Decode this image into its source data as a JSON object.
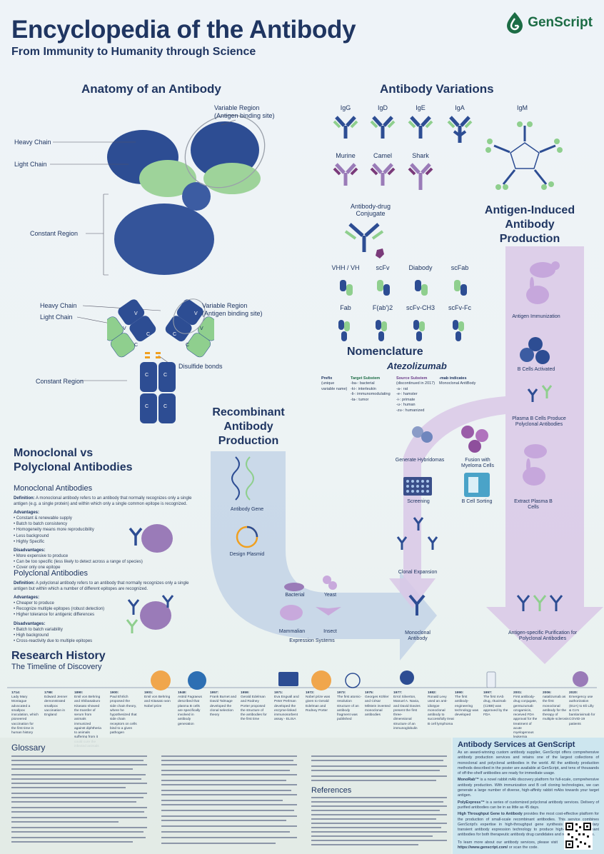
{
  "header": {
    "title": "Encyclopedia of the Antibody",
    "subtitle": "From Immunity to Humanity through Science",
    "logo": "GenScript"
  },
  "anatomy": {
    "title": "Anatomy of an Antibody",
    "heavy_chain": "Heavy Chain",
    "light_chain": "Light Chain",
    "variable_region": "Variable Region",
    "antigen_site": "(Antigen binding site)",
    "constant_region": "Constant Region",
    "disulfide": "Disulfide bonds",
    "domains": {
      "vh": "V",
      "vl": "V",
      "ch1": "C",
      "cl": "C",
      "ch2": "C",
      "ch3": "C"
    }
  },
  "variations": {
    "title": "Antibody Variations",
    "row1": [
      "IgG",
      "IgD",
      "IgE",
      "IgA",
      "IgM"
    ],
    "row2": [
      "Murine",
      "Camel",
      "Shark"
    ],
    "adc": [
      "Antibody-drug",
      "Conjugate"
    ],
    "row3": [
      "VHH / VH",
      "scFv",
      "Diabody",
      "scFab"
    ],
    "row4": [
      "Fab",
      "F(ab')2",
      "scFv-CH3",
      "scFv-Fc"
    ]
  },
  "nomenclature": {
    "title": "Nomenclature",
    "example": "Atezolizumab",
    "prefix_title": "Prefix",
    "prefix_desc": [
      "(unique",
      "variable name)"
    ],
    "target_title": "Target Substem",
    "target_items": [
      "-ba-: bacterial",
      "-ki-: interleukin",
      "-li-: immunomodulating",
      "-ta-: tumor"
    ],
    "source_title": "Source Substem",
    "source_items": [
      "(discontinued in 2017)",
      "-a-: rat",
      "-e-: hamster",
      "-i-: primate",
      "-u-: human",
      "-zu-: humanized"
    ],
    "suffix_title": "-mab indicates",
    "suffix_desc": "Monoclonal AntiBody"
  },
  "production": {
    "antigen_title": [
      "Antigen-Induced",
      "Antibody",
      "Production"
    ],
    "recombinant_title": [
      "Recombinant",
      "Antibody",
      "Production"
    ],
    "steps": {
      "immunization": "Antigen Immunization",
      "b_cells": "B Cells Activated",
      "plasma": [
        "Plasma B Cells Produce",
        "Polyclonal Antibodies"
      ],
      "hybridomas": "Generate Hybridomas",
      "fusion": [
        "Fusion with",
        "Myeloma Cells"
      ],
      "screening": "Screening",
      "sorting": "B Cell Sorting",
      "extract": [
        "Extract Plasma B",
        "Cells"
      ],
      "expansion": "Clonal Expansion",
      "monoclonal": [
        "Monoclonal",
        "Antibody"
      ],
      "purification": [
        "Antigen-specific Purification for",
        "Polyclonal Antibodies"
      ],
      "gene": "Antibody Gene",
      "plasmid": "Design Plasmid",
      "bacterial": "Bacterial",
      "yeast": "Yeast",
      "mammalian": "Mammalian",
      "insect": "Insect",
      "expression": "Expression Systems"
    }
  },
  "mono_poly": {
    "title": [
      "Monoclonal vs",
      "Polyclonal Antibodies"
    ],
    "mono": {
      "heading": "Monoclonal Antibodies",
      "def_label": "Definition:",
      "definition": "A monoclonal antibody refers to an antibody that normally recognizes only a single antigen (e.g. a single protein) and within which only a single common epitope is recognized.",
      "adv_label": "Advantages:",
      "advantages": [
        "Constant & renewable supply",
        "Batch to batch consistency",
        "Homogeneity means more reproducibility",
        "Less background",
        "Highly Specific"
      ],
      "dis_label": "Disadvantages:",
      "disadvantages": [
        "More expensive to produce",
        "Can be too specific (less likely to detect across a range of species)",
        "Cover only one epitope"
      ]
    },
    "poly": {
      "heading": "Polyclonal Antibodies",
      "def_label": "Definition:",
      "definition": "A polyclonal antibody refers to an antibody that normally recognizes only a single antigen but within which a number of different epitopes are recognized.",
      "adv_label": "Advantages:",
      "advantages": [
        "Cheaper to produce",
        "Recognize multiple epitopes (robust detection)",
        "Higher tolerance for antigenic differences"
      ],
      "dis_label": "Disadvantages:",
      "disadvantages": [
        "Batch to batch variability",
        "High background",
        "Cross-reactivity due to multiple epitopes"
      ]
    }
  },
  "history": {
    "title": "Research History",
    "subtitle": "The Timeline of Discovery",
    "events": [
      {
        "year": "1714:",
        "text": "Lady Mary Montague advocated a smallpox inoculation, which pioneered vaccination for the first time in human history"
      },
      {
        "year": "1798:",
        "text": "Edward Jenner demonstrated smallpox vaccination in England"
      },
      {
        "year": "1890:",
        "text": "Emil von Behring and Shibasaburo Kitasato showed the transfer of serum from animals immunized against diphtheria to animals suffering from it could cure the infected animals"
      },
      {
        "year": "1900:",
        "text": "Paul Ehrlich proposed the side chain theory, where he hypothesized that side chain receptors on cells bind to a given pathogen"
      },
      {
        "year": "1901:",
        "text": "Emil von Behring and Kitasato won Nobel prize"
      },
      {
        "year": "1948:",
        "text": "Astrid Fagraeus described that plasma B cells are specifically involved in antibody generation"
      },
      {
        "year": "1957:",
        "text": "Frank Burnet and David Talmage developed the clonal selection theory"
      },
      {
        "year": "1959:",
        "text": "Gerald Edelman and Rodney Porter proposed the structure of the antibodies for the first time"
      },
      {
        "year": "1971:",
        "text": "Eva Engvall and Peter Perlman developed the enzyme-linked immunosorbent assay - ELISA"
      },
      {
        "year": "1972:",
        "text": "Nobel prize was given to Gerald Edelman and Rodney Porter"
      },
      {
        "year": "1973:",
        "text": "The first atomic-resolution structure of an antibody fragment was published"
      },
      {
        "year": "1975:",
        "text": "Georges Köhler and César Milstein invented monoclonal antibodies"
      },
      {
        "year": "1977:",
        "text": "Errol Silverton, Manuel A. Navia, and David Davies present the first three-dimensional structure of an immunoglobulin"
      },
      {
        "year": "1982:",
        "text": "Ronald Levy used an anti-idiotype monoclonal antibody to successfully treat B cell lymphoma"
      },
      {
        "year": "1990:",
        "text": "The first antibody-engineering technology was developed"
      },
      {
        "year": "1997:",
        "text": "The first mAb drug, rituximab (C2B8) was approved by the FDA"
      },
      {
        "year": "2001:",
        "text": "First antibody-drug conjugate, gemtuzumab ozogamicin, received FDA approval for the treatment of acute myelogenous leukemia"
      },
      {
        "year": "2006:",
        "text": "natalizumab as the first monoclonal antibody for the therapy of multiple sclerosis"
      },
      {
        "year": "2020:",
        "text": "Emergency use authorization (EUA) to Eli Lilly & Co's bamlanivimab for COVID-19 patients"
      }
    ]
  },
  "glossary": {
    "title": "Glossary"
  },
  "references": {
    "title": "References"
  },
  "services": {
    "title": "Antibody Services at GenScript",
    "intro": "As an award-winning custom antibody supplier, GenScript offers comprehensive antibody production services and retains one of the largest collections of monoclonal and polyclonal antibodies in the world. All the antibody production methods described in the poster are available at GenScript, and tens of thousands of off-the-shelf antibodies are ready for immediate usage.",
    "monorab_title": "MonoRab™",
    "monorab": "is a novel rabbit mAb discovery platform for full-scale, comprehensive antibody production. With immunization and B cell cloning technologies, we can generate a large number of diverse, high-affinity rabbit mAbs towards your target antigen.",
    "polyexpress_title": "PolyExpress™",
    "polyexpress": "is a series of customized polyclonal antibody services. Delivery of purified antibodies can be in as little as 45 days.",
    "ht_title": "High Throughput Gene to Antibody",
    "ht": "provides the most cost-effective platform for the production of small-scale recombinant antibodies. This service combines GenScript's expertise in high-throughput gene synthesis with a proprietary transient antibody expression technology to produce high-quality recombinant antibodies for both therapeutic antibody drug candidates and reagent antibodies.",
    "learn": "To learn more about our antibody services, please visit",
    "url": "https://www.genscript.com/",
    "scan": "or scan the code."
  },
  "colors": {
    "heavy": "#2d4d93",
    "light": "#8fcf8e",
    "purple": "#9a7bb8",
    "arrow_purple": "#d9c8e6",
    "arrow_blue": "#c3d4e6",
    "title": "#1f3561",
    "brand": "#1c6c45"
  }
}
